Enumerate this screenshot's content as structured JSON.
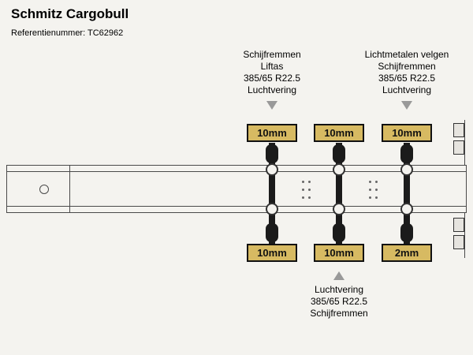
{
  "header": {
    "title": "Schmitz Cargobull",
    "reference": "Referentienummer: TC62962"
  },
  "annotations": {
    "axle1_top": {
      "lines": [
        "Schijfremmen",
        "Liftas",
        "385/65 R22.5",
        "Luchtvering"
      ]
    },
    "axle3_top": {
      "lines": [
        "Lichtmetalen velgen",
        "Schijfremmen",
        "385/65 R22.5",
        "Luchtvering"
      ]
    },
    "axle2_bottom": {
      "lines": [
        "Luchtvering",
        "385/65 R22.5",
        "Schijfremmen"
      ]
    }
  },
  "tire_depths": {
    "top": [
      "10mm",
      "10mm",
      "10mm"
    ],
    "bottom": [
      "10mm",
      "10mm",
      "2mm"
    ]
  },
  "colors": {
    "background": "#f4f3ef",
    "badge_background": "#d7ba62",
    "badge_border": "#111111",
    "frame_line": "#4a4a4a",
    "axle_fill": "#1b1b1b",
    "arrow": "#999999",
    "text": "#000000"
  }
}
